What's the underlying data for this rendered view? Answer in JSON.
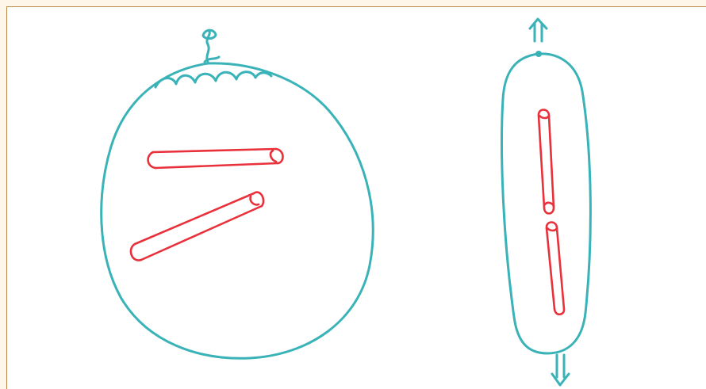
{
  "colors": {
    "outline": "#3ab3b8",
    "rod": "#e8313b",
    "page_background": "#fdf6e9",
    "panel_background": "#ffffff",
    "panel_border": "#b88a4a"
  },
  "figures": [
    {
      "id": "round-balloon",
      "shape": "round",
      "rod_count": 2,
      "rod_arrangement": "scattered"
    },
    {
      "id": "stretched-balloon",
      "shape": "elongated",
      "rod_count": 2,
      "rod_arrangement": "aligned",
      "arrows": [
        "up",
        "down"
      ]
    }
  ]
}
